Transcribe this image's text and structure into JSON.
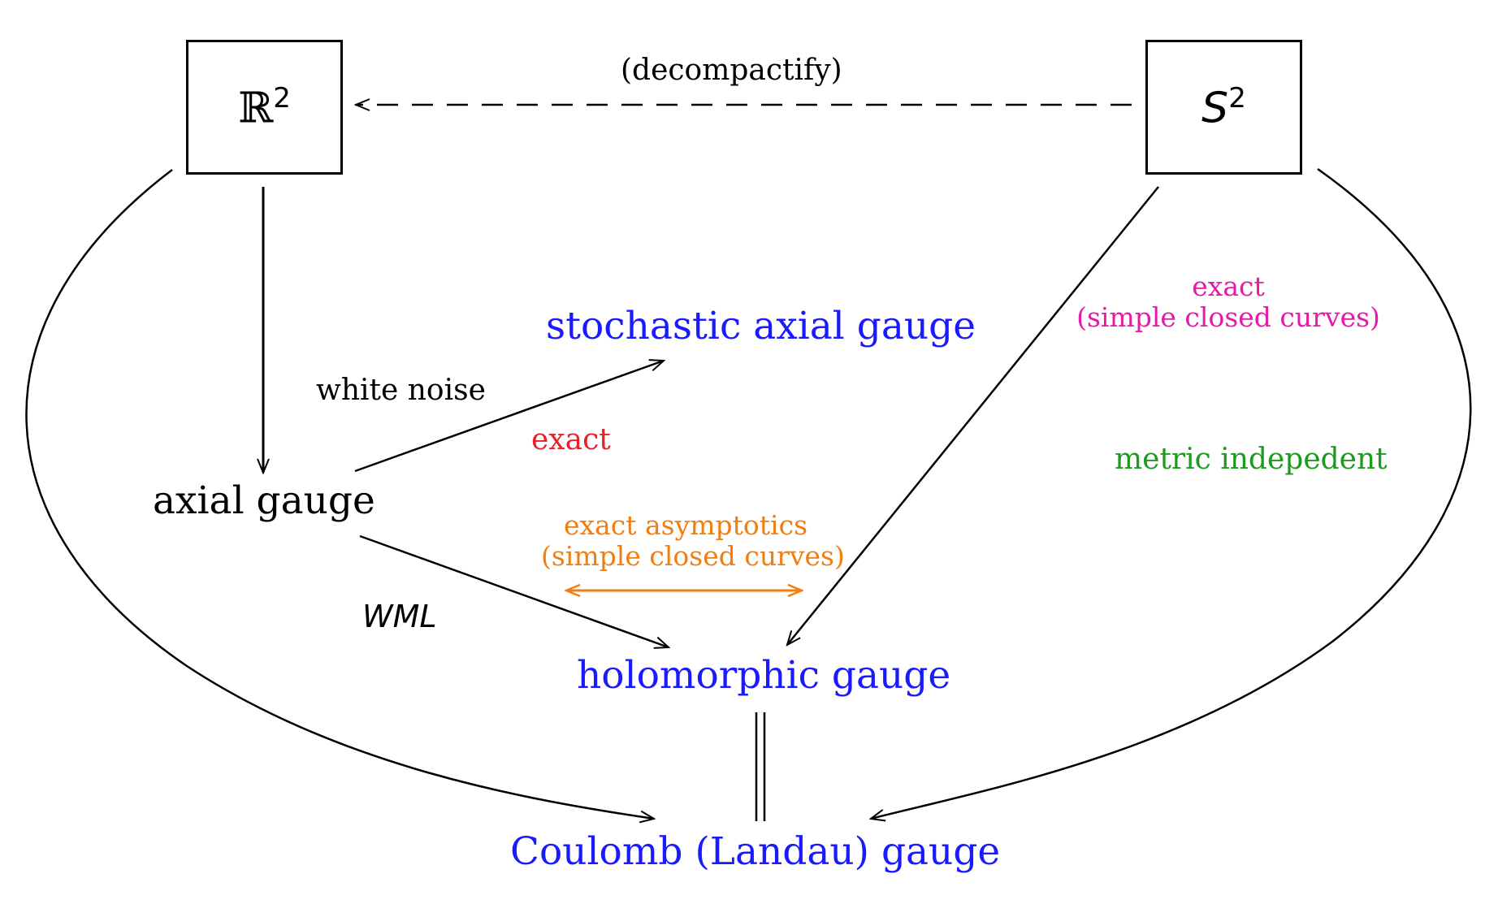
{
  "nodes": {
    "r2": {
      "text": "ℝ",
      "sup": "2"
    },
    "s2": {
      "text": "S",
      "sup": "2"
    },
    "axial": {
      "text": "axial gauge"
    },
    "stochastic": {
      "text": "stochastic axial gauge"
    },
    "holomorphic": {
      "text": "holomorphic gauge"
    },
    "coulomb": {
      "text": "Coulomb (Landau) gauge"
    }
  },
  "labels": {
    "decompactify": "(decompactify)",
    "white_noise": "white noise",
    "exact_red": "exact",
    "wml": "WML",
    "exact_asym_line1": "exact asymptotics",
    "exact_asym_line2": "(simple closed curves)",
    "exact_pink_line1": "exact",
    "exact_pink_line2": "(simple closed curves)",
    "metric": "metric indepedent"
  },
  "colors": {
    "black": "#000000",
    "blue": "#1a1aff",
    "red": "#e8202a",
    "orange": "#f07e10",
    "magenta": "#e61aa8",
    "green": "#1e9a1e"
  }
}
